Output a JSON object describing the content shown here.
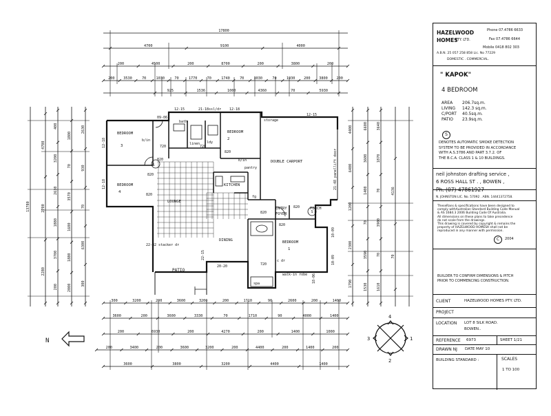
{
  "drawing": {
    "dims_top": {
      "overall": "17800",
      "row1": [
        "4700",
        "9100",
        "4000"
      ],
      "row2": [
        "200",
        "4500",
        "200",
        "8700",
        "200",
        "3800",
        "200"
      ],
      "row3": [
        "200",
        "3530",
        "70",
        "1030",
        "70",
        "1770",
        "70",
        "1740",
        "70",
        "3030",
        "70",
        "1930",
        "200",
        "3800",
        "200"
      ],
      "row4": [
        "925",
        "1536",
        "1000",
        "4360",
        "70",
        "5930"
      ]
    },
    "dims_bottom": {
      "row1": [
        "300",
        "3200",
        "200",
        "3600",
        "3200",
        "200",
        "1710",
        "90",
        "2600",
        "200",
        "1400"
      ],
      "row2": [
        "3600",
        "200",
        "3600",
        "3330",
        "70",
        "1710",
        "90",
        "4000",
        "1400"
      ],
      "row3": [
        "200",
        "6930",
        "200",
        "4270",
        "200",
        "1400",
        "1000"
      ],
      "row4": [
        "200",
        "3400",
        "200",
        "3600",
        "3200",
        "200",
        "4400",
        "200",
        "1400",
        "200"
      ],
      "row5": [
        "3600",
        "3800",
        "3200",
        "4400",
        "1400"
      ]
    },
    "dims_left": {
      "overall": "13780",
      "col1": [
        "4700",
        "2700",
        "2280"
      ],
      "col2": [
        "400",
        "3200",
        "2630",
        "1880",
        "3700",
        "200"
      ],
      "col3": [
        "1800",
        "70",
        "3570",
        "1600",
        "1880",
        "2000"
      ],
      "col4": [
        "2630",
        "930",
        "70",
        "6300",
        "300"
      ]
    },
    "dims_right": {
      "col1": [
        "4400",
        "6400",
        "1200",
        "2300",
        "1790"
      ],
      "col2": [
        "6600",
        "3600",
        "1400",
        "70",
        "3590",
        "1530"
      ],
      "col3": [
        "3640",
        "1870",
        "70",
        "3900",
        "70",
        "1610"
      ],
      "col4": [
        "4136",
        "70"
      ]
    },
    "rooms": {
      "bedroom3": "BEDROOM",
      "bedroom3_num": "3",
      "bedroom4": "BEDROOM",
      "bedroom4_num": "4",
      "bedroom2": "BEDROOM",
      "bedroom2_num": "2",
      "bedroom1": "BEDROOM",
      "bedroom1_num": "1",
      "kitchen": "KITCHEN",
      "lounge": "LOUNGE",
      "dining": "DINING",
      "patio": "PATIO",
      "carport": "DOUBLE CARPORT",
      "entry": "ENTRY",
      "foyer": "FOYER",
      "porch": "PORCH",
      "storage": "storage",
      "bath": "bath",
      "ldy": "ldy",
      "linen": "linen",
      "pantry": "pantry",
      "wir": "walk-in robe",
      "spa": "spa",
      "bir": "b/in",
      "bir2": "b/in",
      "cdr": "c dr",
      "fg": "fg"
    },
    "labels": {
      "stacker": "22-32 stacker dr",
      "panel_door": "21-48 panellift door",
      "w1": "12-15",
      "w2": "21-18ssl/dr",
      "w3": "12-18",
      "w4": "12-15",
      "w5": "09-06",
      "w6": "12-18",
      "w7": "12-18",
      "w8": "20-20",
      "w9": "22-15",
      "w10": "10-09",
      "w11": "10-09",
      "w12": "18-06",
      "w13": "820",
      "w14": "820",
      "w15": "820",
      "w16": "820",
      "w17": "720",
      "w18": "720",
      "w19": "820",
      "w20": "820",
      "w21": "820",
      "w22": "720",
      "s": "S",
      "north": "N"
    },
    "legend_key": {
      "n1": "4",
      "n2": "1",
      "n3": "3",
      "n4": "2"
    }
  },
  "title_block": {
    "company_line1": "HAZELWOOD",
    "company_line2": "HOMES",
    "company_suffix": "PTY. LTD.",
    "phone": "Phone 07.4786 6633",
    "fax": "Fax   07.4786 6644",
    "mobile": "Mobile 0418 802 303",
    "abn": "A.B.N. 25 057 258 858   Lic. No 77229",
    "domestic": "DOMESTIC .  COMMERCIAL.",
    "design_name": "\" KAPOK\"",
    "bedrooms": "4 BEDROOM",
    "areas": [
      {
        "label": "AREA",
        "value": "206.7sq.m."
      },
      {
        "label": "LIVING",
        "value": "142.3 sq.m."
      },
      {
        "label": "C/PORT",
        "value": "40.5sq.m."
      },
      {
        "label": "PATIO",
        "value": "23.9sq.m."
      }
    ],
    "smoke_symbol": "S",
    "smoke_note": [
      "DENOTES AUTOMATIC SMOKE DETECTION",
      "SYSTEM TO BE PROVIDED IN ACCORDANCE",
      "WITH A.S.3786 AND PART 3.7.2. OF",
      "THE B.C.A. CLASS 1 & 10 BUILDINGS."
    ],
    "drafting_name": "neil johnston drafting service ,",
    "drafting_address": "6 ROSS HALL ST . ,  BOWEN ,",
    "drafting_phone": "Ph. (07) 47861927",
    "drafting_lic": "N. JOHNSTON LIC. No. 57092 . ABN. 14441372758.",
    "copyright_lines": [
      "TheseRans & specifications have been designed to",
      "comply withAustralian Standard Building Code Manual",
      "& AS 1684.3 2006 Building Code Of Australia.",
      "All dimensions on these plans to take precedence",
      "do not scale from the drawings.",
      "This drawing is covered by copyright & remains the",
      "property of HAZELWOOD HOMESIt shall not be",
      "reproduced in any manner with permission."
    ],
    "copyright_symbol": "C",
    "copyright_year": "2004",
    "builder_note": [
      "BUILDER TO CONFIRM DIMENSIONS & PITCH",
      "PRIOR TO COMMENCING CONSTRUCTION."
    ],
    "client_label": "CLIENT",
    "client_value": "HAZELWOOD HOMES PTY. LTD.",
    "project_label": "PROJECT",
    "location_label": "LOCATION",
    "location_value": [
      "LOT 8 SILK ROAD.",
      "BOWEN.."
    ],
    "reference_label": "REFERENCE",
    "reference_value": "6973",
    "sheet_label": "SHEET 1/21",
    "drawn_label": "DRAWN NJ",
    "date_label": "DATE MAY 10",
    "standard_label": "BUILDING STANDARD :",
    "scales_label": "SCALES",
    "scales_value": "1 TO 100"
  }
}
